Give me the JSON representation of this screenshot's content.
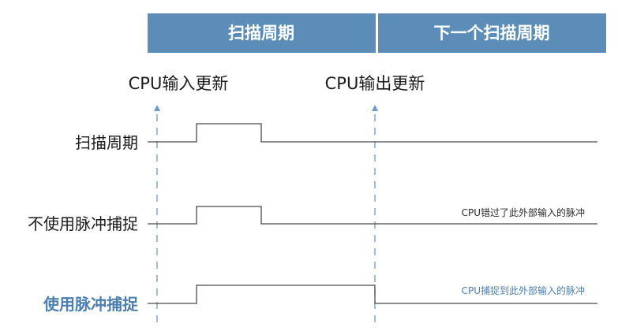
{
  "header": {
    "scan_period_label": "扫描周期",
    "next_scan_period_label": "下一个扫描周期",
    "fill_color": "#5b8db8",
    "text_color": "#ffffff"
  },
  "markers": {
    "cpu_input_update": "CPU输入更新",
    "cpu_output_update": "CPU输出更新",
    "marker_color": "#6b9cc7"
  },
  "rows": [
    {
      "label": "扫描周期",
      "note": "",
      "emphasized": false
    },
    {
      "label": "不使用脉冲捕捉",
      "note": "CPU错过了此外部输入的脉冲",
      "emphasized": false
    },
    {
      "label": "使用脉冲捕捉",
      "note": "CPU捕捉到此外部输入的脉冲",
      "emphasized": true
    }
  ],
  "colors": {
    "emphasis": "#4b7fb0",
    "signal_line": "#4a4a4a",
    "text": "#1a1a1a"
  }
}
